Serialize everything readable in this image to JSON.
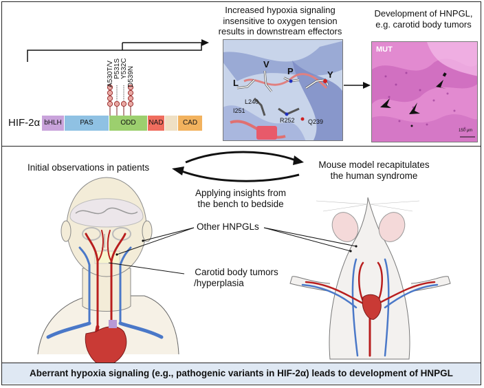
{
  "top": {
    "protein_label": "HIF-2α",
    "domains": [
      {
        "label": "bHLH",
        "color": "#c9a3db"
      },
      {
        "label": "PAS",
        "color": "#8fc1e3"
      },
      {
        "label": "ODD",
        "color": "#9ccf6e"
      },
      {
        "label": "NAD",
        "color": "#ef6d5e"
      },
      {
        "label": "",
        "color": "#efe0c4"
      },
      {
        "label": "CAD",
        "color": "#f2b25e"
      }
    ],
    "variants": [
      "A530T/V",
      "P531S",
      "Y532C",
      "D539N"
    ],
    "structure_caption": "Increased hypoxia signaling insensitive to oxygen tension results in downstream effectors",
    "structure_caption_lines": [
      "Increased hypoxia signaling",
      "insensitive to oxygen tension",
      "results in downstream effectors"
    ],
    "residues": {
      "L": "L",
      "V": "V",
      "P": "P",
      "Y": "Y",
      "L240": "L240",
      "I251": "I251",
      "R252": "R252",
      "Q239": "Q239"
    },
    "histology_caption_lines": [
      "Development of HNPGL,",
      "e.g. carotid body tumors"
    ],
    "histology_label": "MUT",
    "scale_text": "150 μm"
  },
  "middle": {
    "left_text": "Initial observations in patients",
    "right_text_lines": [
      "Mouse model recapitulates",
      "the human syndrome"
    ],
    "bench_text_lines": [
      "Applying insights from",
      "the bench to bedside"
    ],
    "other_hnpgls": "Other HNPGLs",
    "carotid_lines": [
      "Carotid body tumors",
      "/hyperplasia"
    ]
  },
  "footer": "Aberrant hypoxia signaling (e.g., pathogenic variants in HIF-2α) leads to development of HNPGL",
  "colors": {
    "artery": "#b81e1e",
    "vein": "#4a78c8",
    "histology": "#e070c8",
    "structure_bg": "#c8d4ea"
  }
}
